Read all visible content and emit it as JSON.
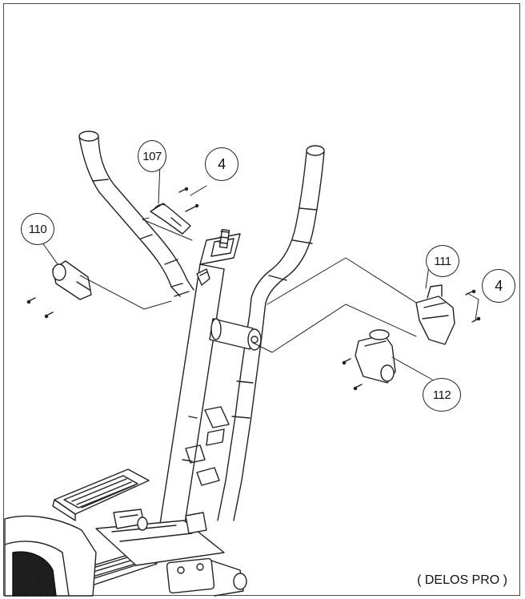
{
  "callouts": {
    "c107": "107",
    "c4_top": "4",
    "c110": "110",
    "c111": "111",
    "c4_right": "4",
    "c112": "112"
  },
  "model_label": "( DELOS PRO )"
}
